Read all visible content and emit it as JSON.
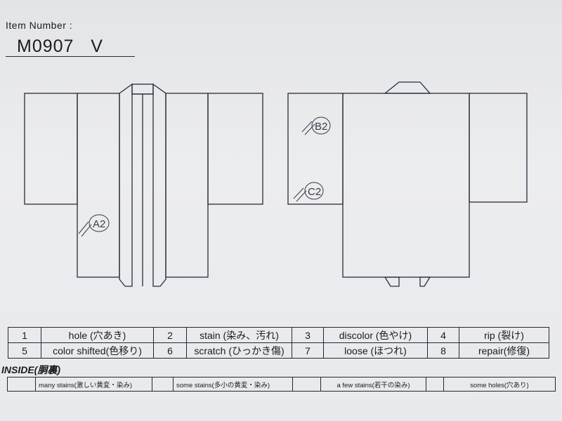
{
  "header": {
    "item_number_label": "Item Number :",
    "item_number_value": "M0907   V"
  },
  "annotations": {
    "front": [
      "A2"
    ],
    "back": [
      "B2",
      "C2"
    ]
  },
  "defect_legend": [
    {
      "num": "1",
      "label": "hole (穴あき)"
    },
    {
      "num": "2",
      "label": "stain (染み、汚れ)"
    },
    {
      "num": "3",
      "label": "discolor (色やけ)"
    },
    {
      "num": "4",
      "label": "rip (裂け)"
    },
    {
      "num": "5",
      "label": "color shifted(色移り)"
    },
    {
      "num": "6",
      "label": "scratch (ひっかき傷)"
    },
    {
      "num": "7",
      "label": "loose (ほつれ)"
    },
    {
      "num": "8",
      "label": "repair(修復)"
    }
  ],
  "inside": {
    "title": "INSIDE(胴裏)",
    "grades": [
      {
        "letter": "",
        "label": "many stains(激しい黄変・染み)"
      },
      {
        "letter": "",
        "label": "some stains(多小の黄変・染み)"
      },
      {
        "letter": "",
        "label": "a few stains(若干の染み)"
      },
      {
        "letter": "",
        "label": "some holes(穴あり)"
      }
    ]
  },
  "colors": {
    "paper": "#e7e8ea",
    "ink": "#1b1b1f"
  }
}
